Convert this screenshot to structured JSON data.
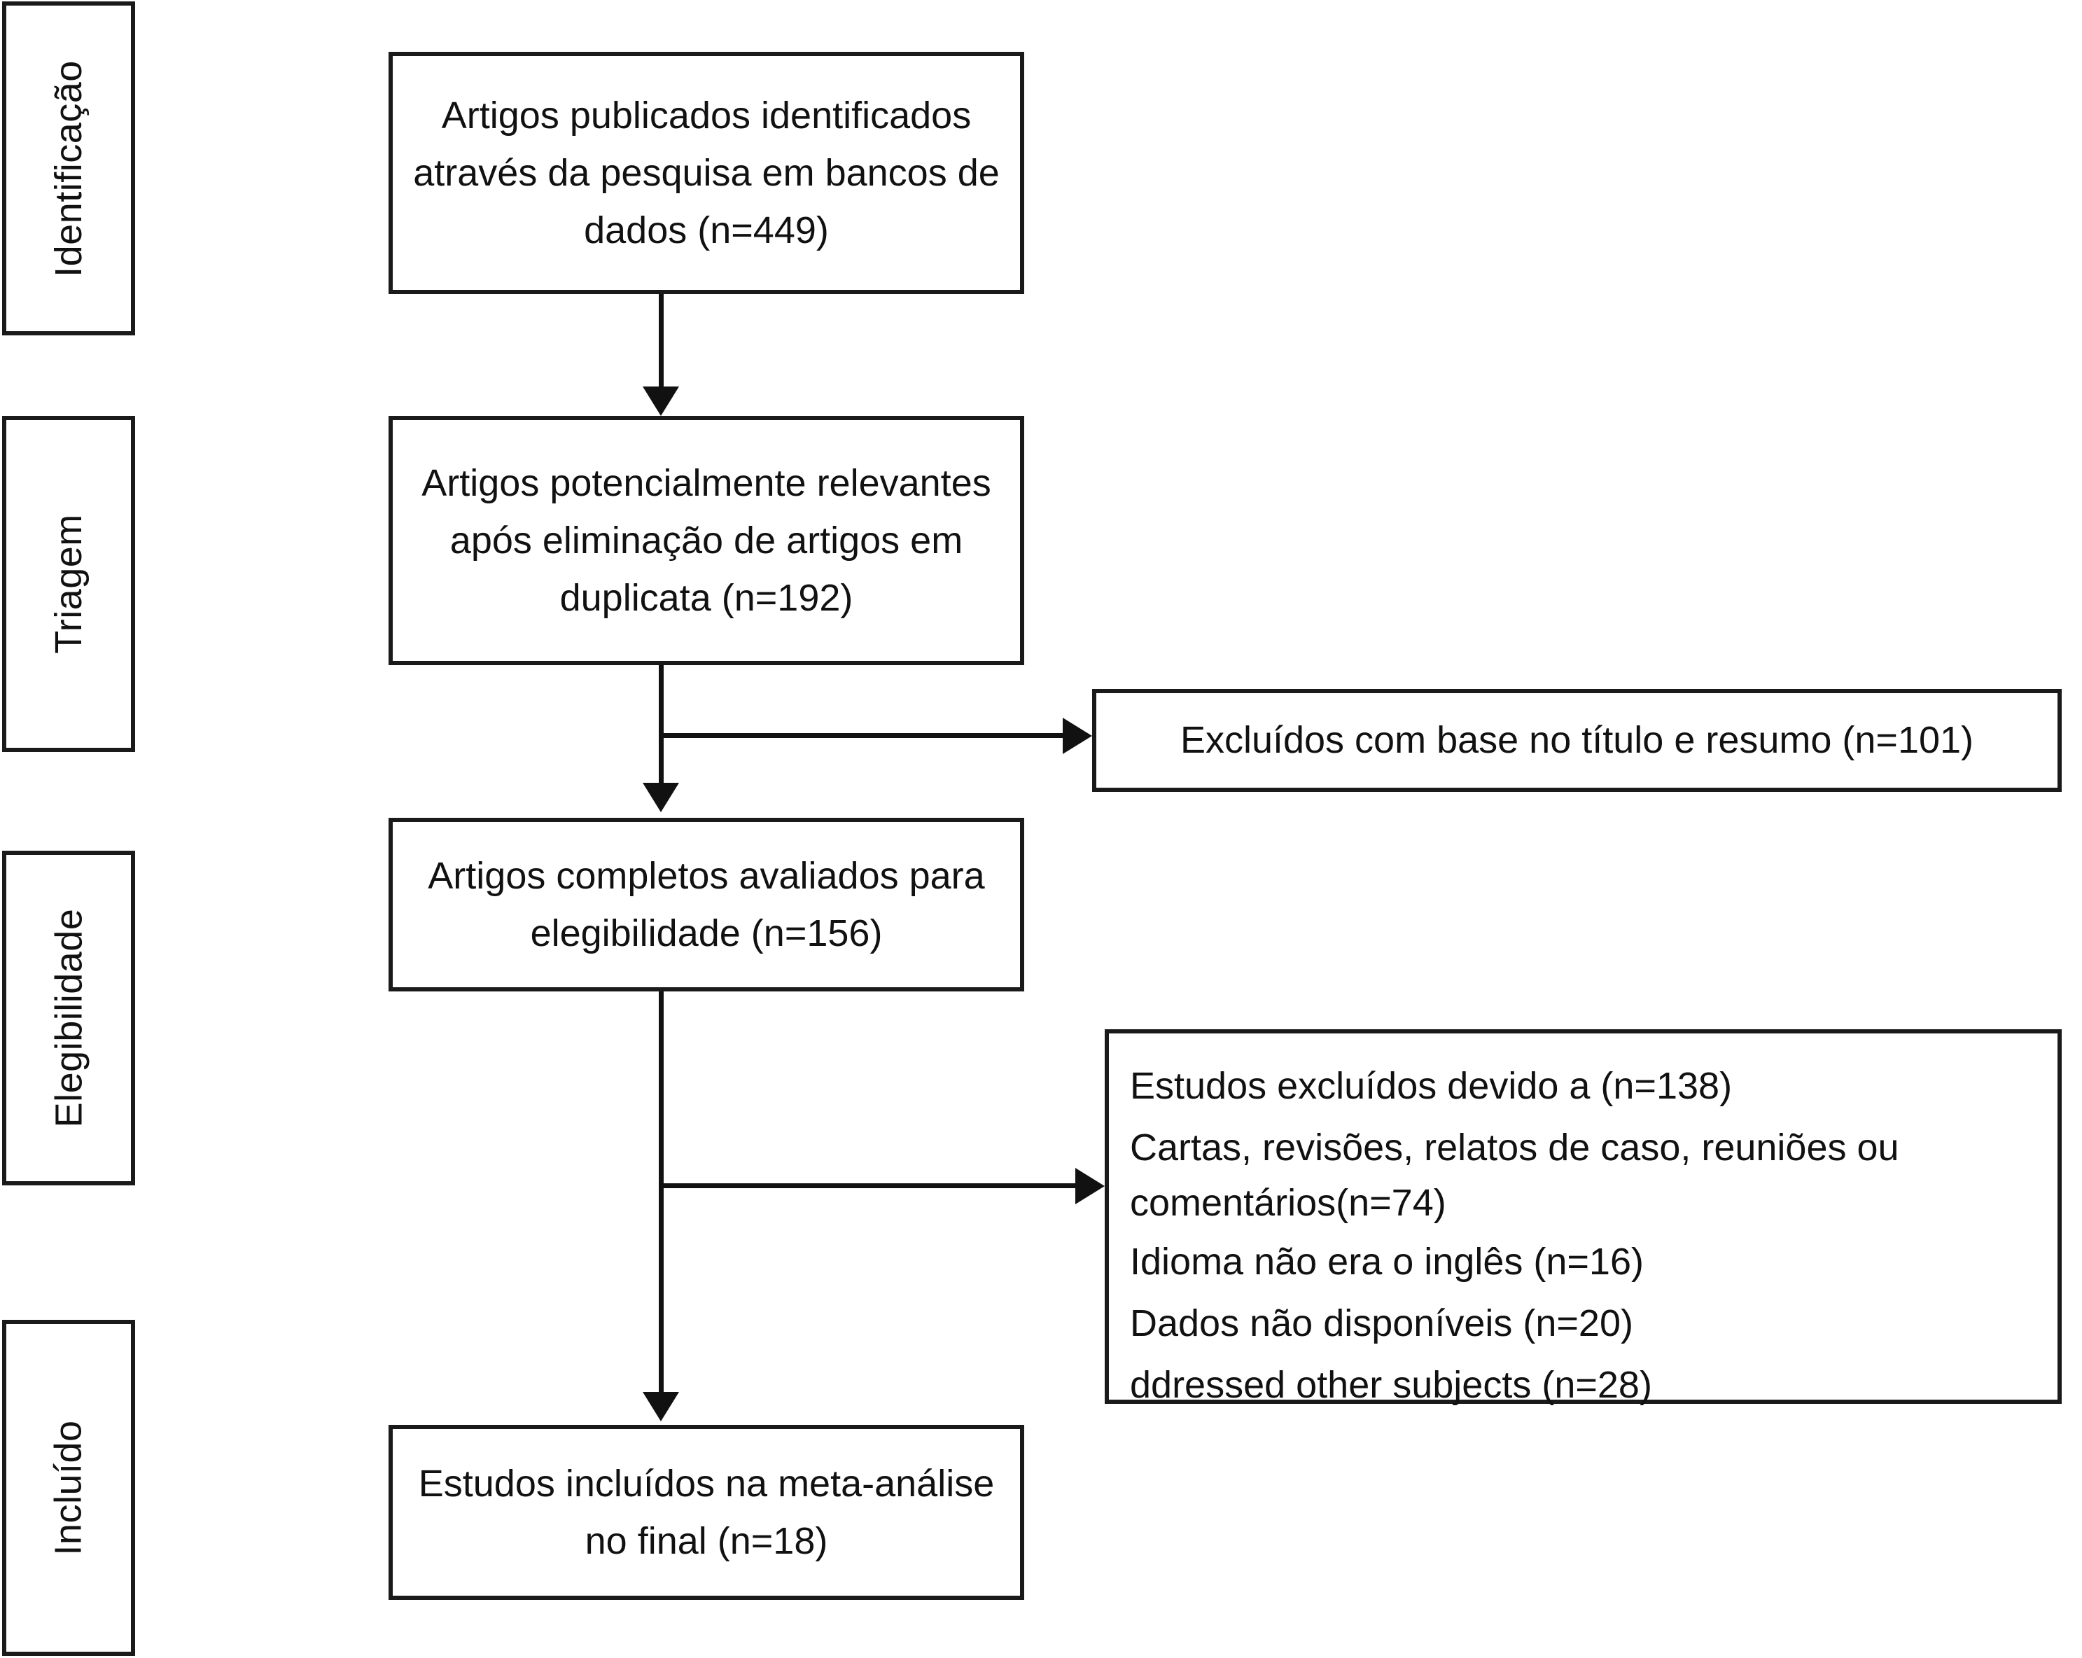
{
  "diagram": {
    "type": "prisma-flow-diagram",
    "language": "pt-BR",
    "stages": [
      {
        "id": "identificacao",
        "label": "Identificação"
      },
      {
        "id": "triagem",
        "label": "Triagem"
      },
      {
        "id": "elegibilidade",
        "label": "Elegibilidade"
      },
      {
        "id": "incluido",
        "label": "Incluído"
      }
    ],
    "nodes": {
      "records_identified": {
        "text": "Artigos publicados identificados através da pesquisa em bancos de dados  (n=449)",
        "n": 449
      },
      "records_after_duplicates": {
        "text": "Artigos potencialmente relevantes após eliminação de artigos em duplicata (n=192)",
        "n": 192
      },
      "excluded_title_abstract": {
        "text": "Excluídos com base no título e resumo (n=101)",
        "n": 101
      },
      "full_text_assessed": {
        "text": "Artigos completos avaliados para elegibilidade  (n=156)",
        "n": 156
      },
      "studies_excluded": {
        "heading": " Estudos excluídos devido a (n=138)",
        "n": 138,
        "reasons": [
          "Cartas, revisões, relatos de caso, reuniões ou comentários(n=74)",
          " Idioma não era o inglês (n=16)",
          "Dados não disponíveis (n=20)",
          "ddressed other subjects  (n=28)"
        ]
      },
      "studies_included": {
        "text": "Estudos incluídos na meta-análise no final (n=18)",
        "n": 18
      }
    },
    "colors": {
      "border": "#1a1a1a",
      "connector": "#111111",
      "background": "#ffffff",
      "text": "#111111"
    }
  }
}
